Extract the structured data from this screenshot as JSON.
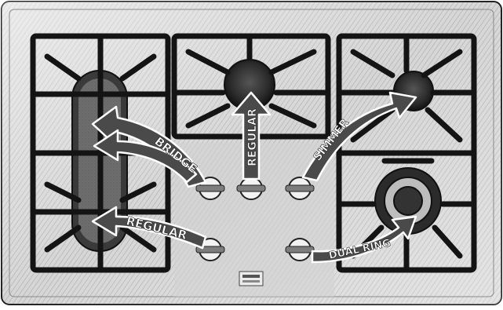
{
  "figure": {
    "arrow_labels": {
      "bridge": "BRIDGE",
      "regular_top": "REGULAR",
      "simmer": "SIMMER",
      "regular_bottom": "REGULAR",
      "dual_ring": "DUAL RING"
    }
  },
  "colors": {
    "cooktop_surface": "#c9c9c9",
    "grate": "#141414",
    "burner": "#2a2a2a",
    "arrow_fill": "#4a4a4a",
    "arrow_stroke": "#ffffff",
    "label_text": "#ffffff"
  }
}
